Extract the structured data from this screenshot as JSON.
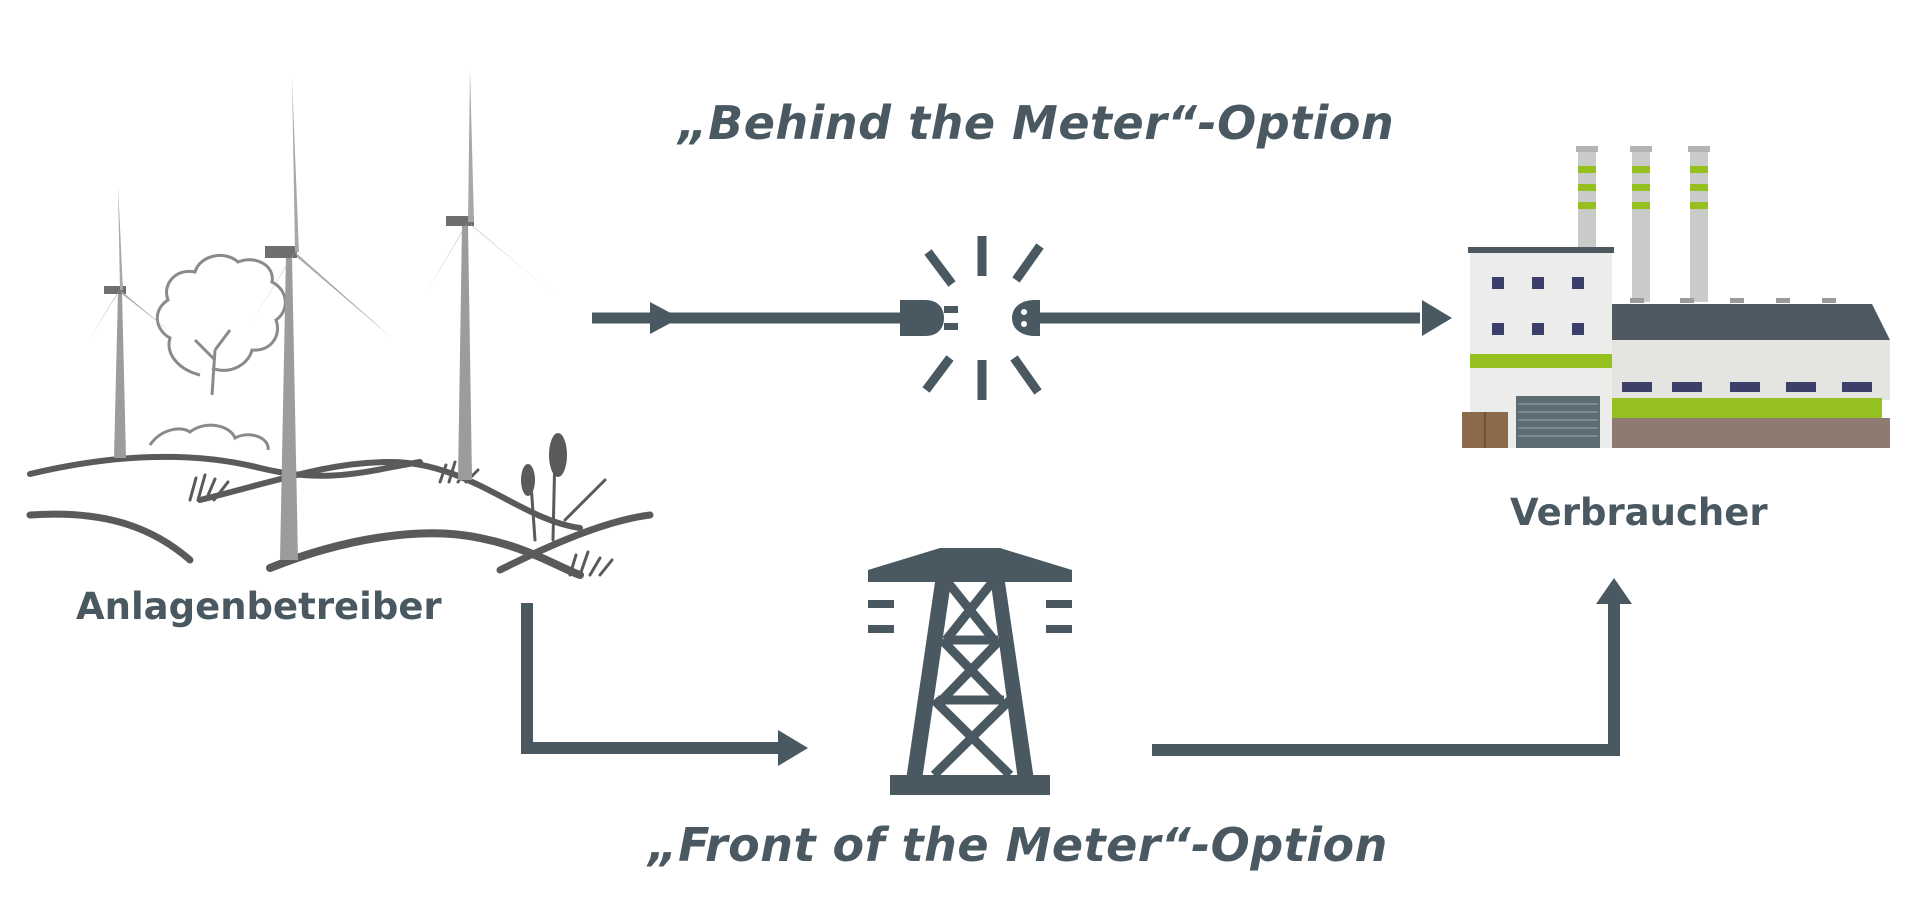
{
  "diagram": {
    "behind_title": "„Behind the Meter“-Option",
    "front_title": "„Front of the Meter“-Option",
    "producer_label": "Anlagenbetreiber",
    "consumer_label": "Verbraucher"
  },
  "icons": {
    "producer": "wind-turbines-landscape-icon",
    "plug": "plug-icon",
    "socket": "socket-icon",
    "spark": "spark-icon",
    "pylon": "power-pylon-icon",
    "consumer": "factory-icon"
  },
  "colors": {
    "arrow": "#4a5961",
    "text": "#4a5961",
    "sketch_gray": "#5a5a5a",
    "turbine_gray": "#9c9c9c",
    "factory_green": "#94c11f",
    "factory_roof": "#4d5861",
    "factory_wall": "#e4e5e1",
    "factory_base": "#8f7a72"
  }
}
